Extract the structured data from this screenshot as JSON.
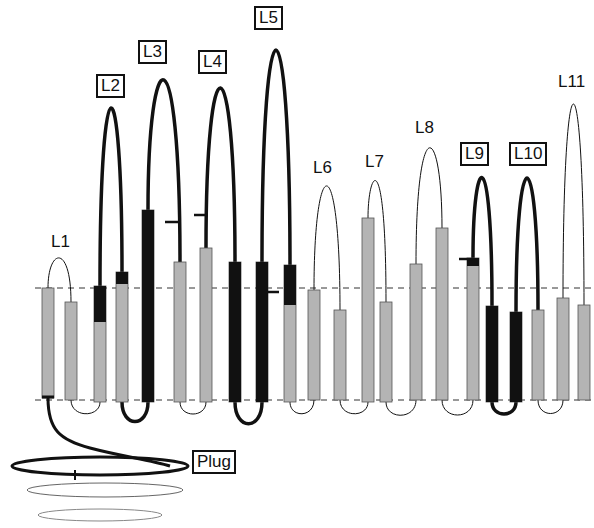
{
  "diagram": {
    "nodes": [
      {
        "text": [
          "L2"
        ]
      },
      {
        "text": [
          "L3"
        ]
      },
      {
        "text": [
          "L4"
        ]
      },
      {
        "text": [
          "L5"
        ]
      },
      {
        "text": [
          "L9"
        ]
      },
      {
        "text": [
          "L10"
        ]
      },
      {
        "text": [
          "Plug"
        ]
      }
    ],
    "labels": [
      "L1",
      "L6",
      "L7",
      "L8",
      "L11"
    ]
  }
}
